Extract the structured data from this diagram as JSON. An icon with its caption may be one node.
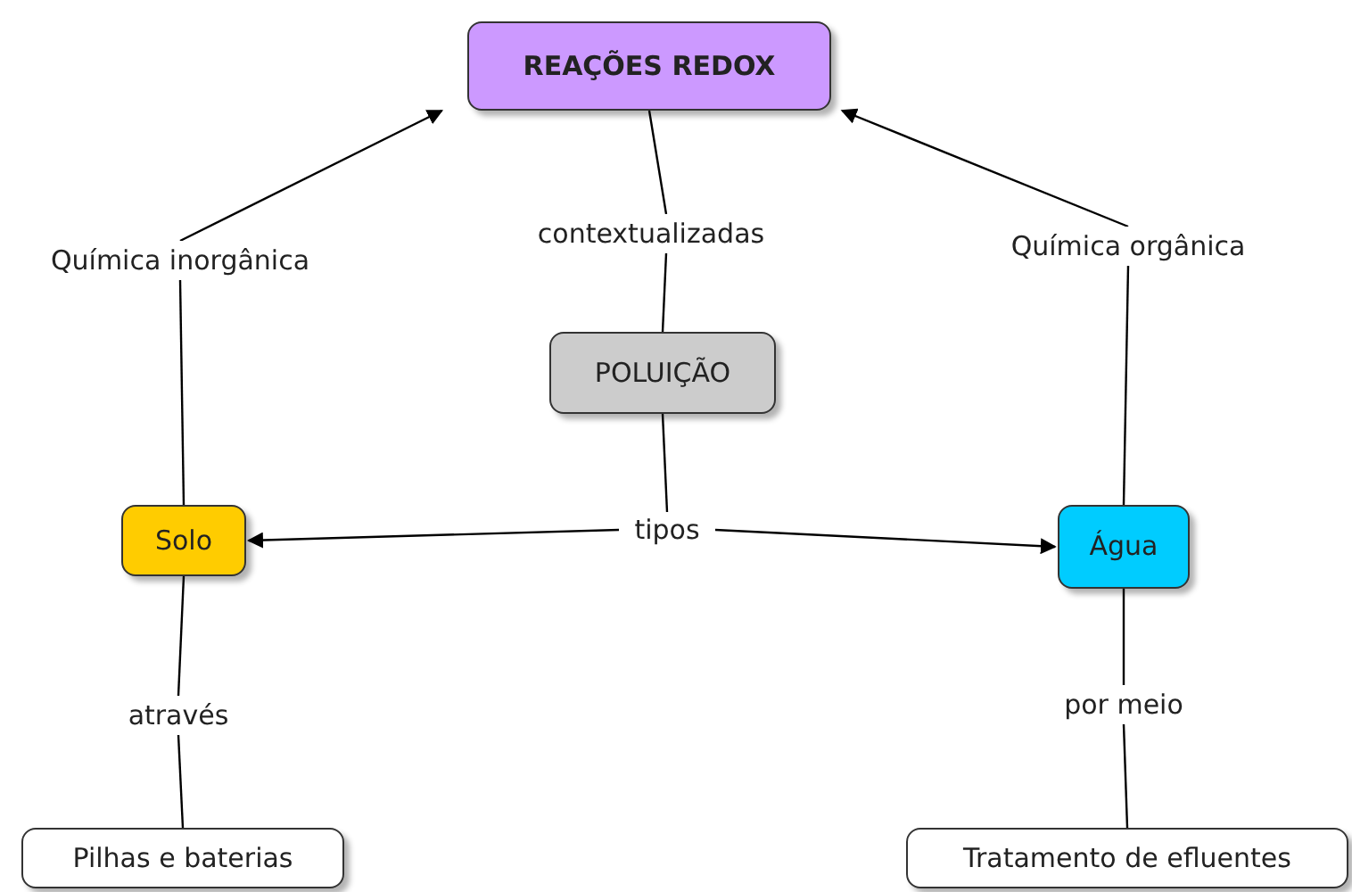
{
  "diagram": {
    "nodes": [
      {
        "text": [
          "REAÇÕES REDOX"
        ]
      },
      {
        "text": [
          "Química inorgânica"
        ]
      },
      {
        "text": [
          "contextualizadas"
        ]
      },
      {
        "text": [
          "Química orgânica"
        ]
      },
      {
        "text": [
          "POLUIÇÃO"
        ]
      },
      {
        "text": [
          "tipos"
        ]
      },
      {
        "text": [
          "Solo"
        ]
      },
      {
        "text": [
          "Água"
        ]
      },
      {
        "text": [
          "através"
        ]
      },
      {
        "text": [
          "por meio"
        ]
      },
      {
        "text": [
          "Pilhas e baterias"
        ]
      },
      {
        "text": [
          "Tratamento de efluentes"
        ]
      }
    ],
    "edges": [
      {
        "from": 6,
        "to": 1,
        "arrow": "none"
      },
      {
        "from": 1,
        "to": 0,
        "arrow": "to"
      },
      {
        "from": 4,
        "to": 2,
        "arrow": "none"
      },
      {
        "from": 2,
        "to": 0,
        "arrow": "none"
      },
      {
        "from": 7,
        "to": 3,
        "arrow": "none"
      },
      {
        "from": 3,
        "to": 0,
        "arrow": "to"
      },
      {
        "from": 4,
        "to": 5,
        "arrow": "none"
      },
      {
        "from": 5,
        "to": 6,
        "arrow": "to"
      },
      {
        "from": 5,
        "to": 7,
        "arrow": "to"
      },
      {
        "from": 6,
        "to": 8,
        "arrow": "none"
      },
      {
        "from": 8,
        "to": 10,
        "arrow": "none"
      },
      {
        "from": 7,
        "to": 9,
        "arrow": "none"
      },
      {
        "from": 9,
        "to": 11,
        "arrow": "none"
      }
    ]
  }
}
